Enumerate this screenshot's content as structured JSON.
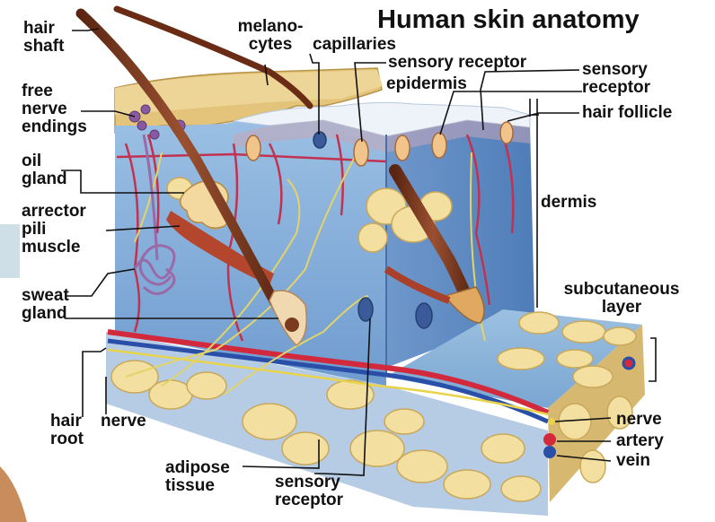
{
  "title": "Human skin anatomy",
  "labels": {
    "hair_shaft": [
      "hair",
      "shaft"
    ],
    "melanocytes": [
      "melano-",
      "cytes"
    ],
    "capillaries": "capillaries",
    "sensory_receptor_top": "sensory receptor",
    "sensory_receptor_right": [
      "sensory",
      "receptor"
    ],
    "epidermis": "epidermis",
    "hair_follicle": "hair follicle",
    "free_nerve_endings": [
      "free",
      "nerve",
      "endings"
    ],
    "oil_gland": [
      "oil",
      "gland"
    ],
    "arrector_pili_muscle": [
      "arrector",
      "pili",
      "muscle"
    ],
    "sweat_gland": [
      "sweat",
      "gland"
    ],
    "dermis": "dermis",
    "subcutaneous_layer": [
      "subcutaneous",
      "layer"
    ],
    "hair_root": [
      "hair",
      "root"
    ],
    "nerve_bottom": "nerve",
    "adipose_tissue": [
      "adipose",
      "tissue"
    ],
    "sensory_receptor_bottom": [
      "sensory",
      "receptor"
    ],
    "nerve_right": "nerve",
    "artery": "artery",
    "vein": "vein"
  },
  "colors": {
    "dermis": "#7fa8d4",
    "dermis_side": "#5b86c0",
    "epidermis": "#d9b56a",
    "epidermis_top": "#e8cf8a",
    "surface": "#ffffff",
    "fat": "#f2dc9a",
    "fat_edge": "#c9a85a",
    "hair": "#7a3b20",
    "muscle": "#b5462e",
    "artery": "#d22a3c",
    "vein": "#2a4fa8",
    "nerve": "#e8d34a",
    "sweat_gland": "#9a6aa8",
    "leader_line": "#111111"
  }
}
